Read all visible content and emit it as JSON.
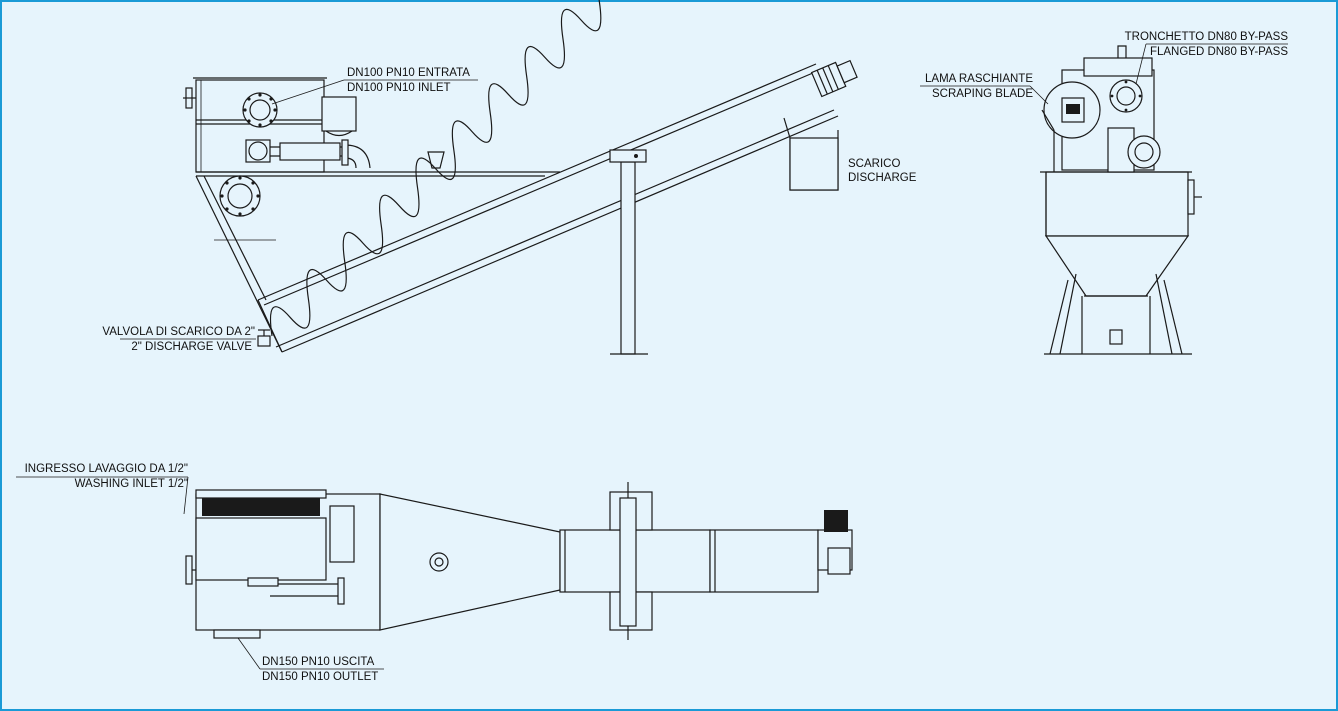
{
  "colors": {
    "border": "#1a9ad6",
    "background": "#e6f4fc",
    "line": "#1a1a1a"
  },
  "labels": {
    "inlet_it": "DN100 PN10 ENTRATA",
    "inlet_en": "DN100 PN10 INLET",
    "discharge_it": "SCARICO",
    "discharge_en": "DISCHARGE",
    "valve_it": "VALVOLA DI SCARICO DA 2\"",
    "valve_en": "2\" DISCHARGE VALVE",
    "bypass_it": "TRONCHETTO DN80 BY-PASS",
    "bypass_en": "FLANGED DN80 BY-PASS",
    "blade_it": "LAMA RASCHIANTE",
    "blade_en": "SCRAPING BLADE",
    "washing_it": "INGRESSO LAVAGGIO DA 1/2\"",
    "washing_en": "WASHING INLET 1/2\"",
    "outlet_it": "DN150 PN10 USCITA",
    "outlet_en": "DN150 PN10 OUTLET"
  }
}
